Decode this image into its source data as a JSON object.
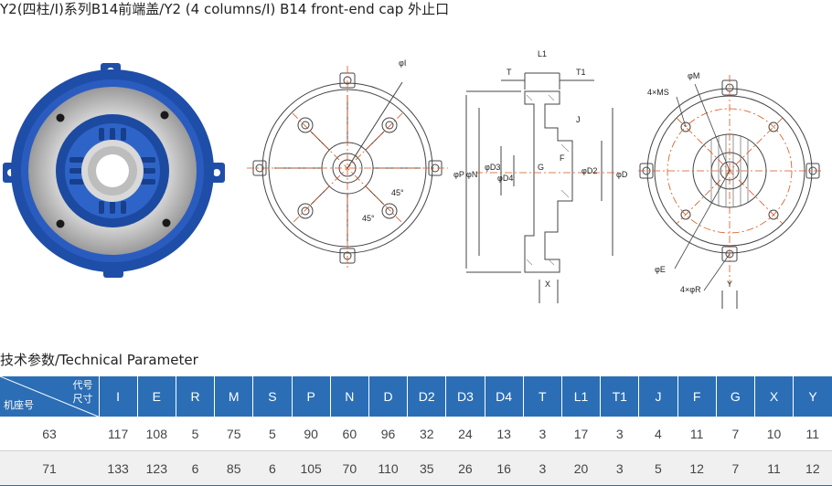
{
  "header": {
    "title": "Y2(四柱/Ⅰ)系列B14前端盖/Y2 (4 columns/I) B14 front-end cap  外止口"
  },
  "drawing": {
    "front_labels": {
      "phi_i": "φI",
      "angle_a": "45°",
      "angle_b": "45°"
    },
    "section_labels": {
      "l1": "L1",
      "t": "T",
      "t1": "T1",
      "j": "J",
      "f": "F",
      "g": "G",
      "x": "X",
      "phi_p": "φP",
      "phi_n": "φN",
      "phi_d3": "φD3",
      "phi_d4": "φD4",
      "phi_d2": "φD2",
      "phi_d": "φD"
    },
    "rear_labels": {
      "phi_m": "φM",
      "ms": "4×MS",
      "phi_e": "φE",
      "phi_r": "4×φR",
      "y": "Y"
    }
  },
  "section_title": "技术参数/Technical Parameter",
  "table": {
    "corner": {
      "top": "代号",
      "middle": "尺寸",
      "bottom": "机座号"
    },
    "columns": [
      "I",
      "E",
      "R",
      "M",
      "S",
      "P",
      "N",
      "D",
      "D2",
      "D3",
      "D4",
      "T",
      "L1",
      "T1",
      "J",
      "F",
      "G",
      "X",
      "Y"
    ],
    "rows": [
      {
        "frame": "63",
        "values": [
          "117",
          "108",
          "5",
          "75",
          "5",
          "90",
          "60",
          "96",
          "32",
          "24",
          "13",
          "3",
          "17",
          "3",
          "4",
          "11",
          "7",
          "10",
          "11"
        ]
      },
      {
        "frame": "71",
        "values": [
          "133",
          "123",
          "6",
          "85",
          "6",
          "105",
          "70",
          "110",
          "35",
          "26",
          "16",
          "3",
          "20",
          "3",
          "5",
          "12",
          "7",
          "11",
          "12"
        ]
      }
    ]
  },
  "colors": {
    "header_bg": "#2b6eb5",
    "photo_blue": "#1f4ea8",
    "centerline": "#d9541e"
  }
}
